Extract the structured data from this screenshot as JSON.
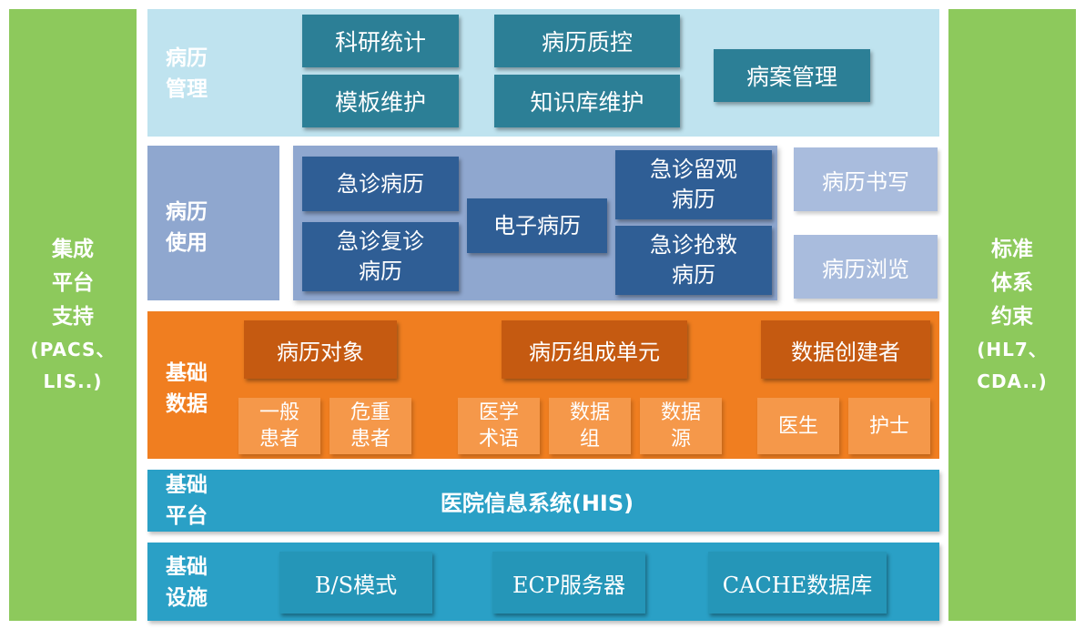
{
  "left_panel": {
    "lines": [
      "集成",
      "平台",
      "支持"
    ],
    "sub_lines": [
      "(PACS、",
      "LIS..)"
    ]
  },
  "right_panel": {
    "lines": [
      "标准",
      "体系",
      "约束"
    ],
    "sub_lines": [
      "(HL7、",
      "CDA..)"
    ]
  },
  "layers": {
    "record_management": {
      "label": [
        "病历",
        "管理"
      ],
      "boxes": [
        "科研统计",
        "模板维护",
        "病历质控",
        "知识库维护",
        "病案管理"
      ]
    },
    "record_usage": {
      "label": [
        "病历",
        "使用"
      ],
      "emr_center": "电子病历",
      "emr_items": [
        "急诊病历",
        "急诊复诊\n病历",
        "急诊留观\n病历",
        "急诊抢救\n病历"
      ],
      "side_boxes": [
        "病历书写",
        "病历浏览"
      ]
    },
    "base_data": {
      "label": [
        "基础",
        "数据"
      ],
      "headers": [
        "病历对象",
        "病历组成单元",
        "数据创建者"
      ],
      "items": [
        "一般\n患者",
        "危重\n患者",
        "医学\n术语",
        "数据\n组",
        "数据\n源",
        "医生",
        "护士"
      ]
    },
    "base_platform": {
      "label": [
        "基础",
        "平台"
      ],
      "title": "医院信息系统(HIS)"
    },
    "infrastructure": {
      "label": [
        "基础",
        "设施"
      ],
      "boxes": [
        "B/S模式",
        "ECP服务器",
        "CACHE数据库"
      ]
    }
  },
  "colors": {
    "side_green": "#8dc95c",
    "management_bg": "#bfe3ef",
    "usage_bg": "#8fa7cf",
    "base_data_bg": "#f07e20",
    "platform_bg": "#2aa0c6",
    "infra_bg": "#2aa0c6"
  }
}
